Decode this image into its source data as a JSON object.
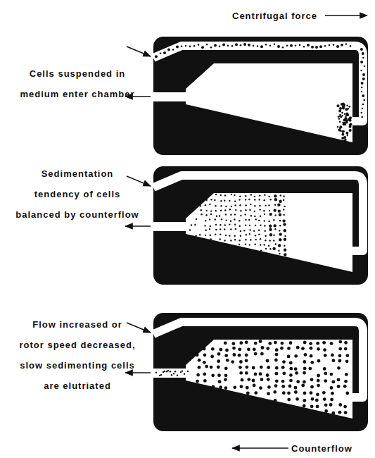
{
  "diagram": {
    "labels": [
      "Centrifugal force",
      "Cells suspended in medium enter chamber",
      "Sedimentation tendency of cells balanced by counterflow",
      "Flow increased or rotor speed decreased, slow sedimenting cells are elutriated",
      "Counterflow"
    ]
  }
}
